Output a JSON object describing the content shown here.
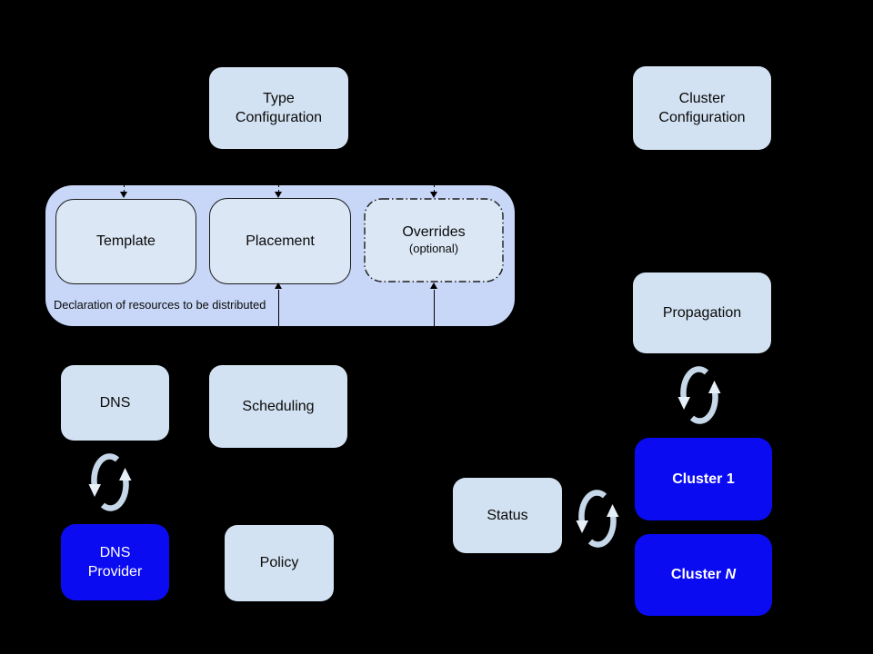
{
  "colors": {
    "background": "#000000",
    "node_fill": "#d3e2f2",
    "container_fill": "#c8d7f7",
    "inner_node_fill": "#dbe7f5",
    "cluster_fill": "#0b0bf2",
    "text_dark": "#0a0a0a",
    "text_light": "#ffffff",
    "sync_arc": "#c5d7e8",
    "sync_arrowhead": "#e7eff8",
    "connector": "#000000"
  },
  "nodes": {
    "type_configuration": "Type\nConfiguration",
    "cluster_configuration": "Cluster\nConfiguration",
    "template": "Template",
    "placement": "Placement",
    "overrides_label": "Overrides",
    "overrides_sublabel": "(optional)",
    "container_caption": "Declaration of resources to be distributed",
    "dns": "DNS",
    "scheduling": "Scheduling",
    "propagation": "Propagation",
    "dns_provider": "DNS\nProvider",
    "policy": "Policy",
    "status": "Status",
    "cluster_1_prefix": "Cluster",
    "cluster_1_suffix": "1",
    "cluster_n_prefix": "Cluster",
    "cluster_n_suffix": "N"
  }
}
